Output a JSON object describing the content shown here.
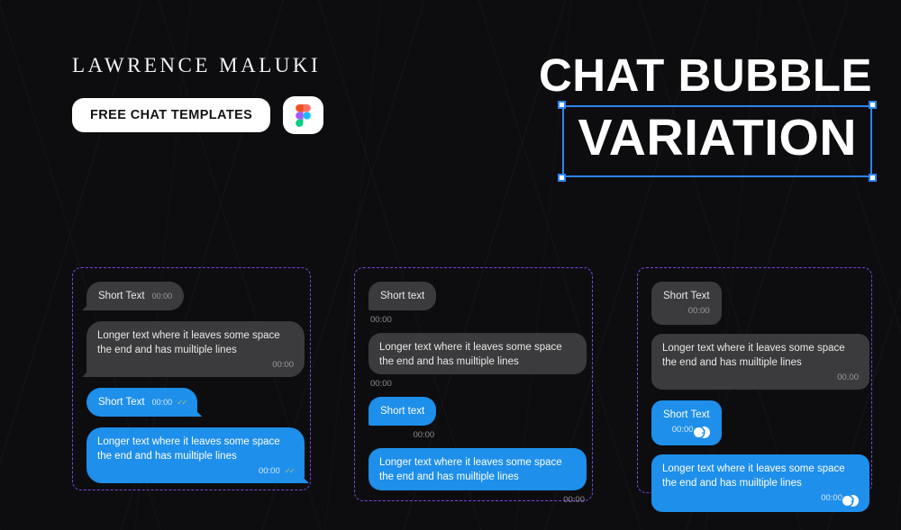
{
  "header": {
    "author": "LAWRENCE MALUKI",
    "badge": "FREE CHAT TEMPLATES",
    "figma_icon": "figma-logo"
  },
  "title": {
    "line1": "CHAT BUBBLE",
    "line2": "VARIATION"
  },
  "icons": {
    "double_check": "✓✓",
    "seen_check": "✓"
  },
  "colors": {
    "canvas_bg": "#0d0d10",
    "incoming_bubble": "#3b3b3d",
    "outgoing_bubble": "#1e8fea",
    "selection_blue": "#2e83f2",
    "group_outline_purple": "#7a48dd",
    "check_green": "#a5c37c"
  },
  "groups": [
    {
      "name": "tailed-bubbles-inline-time",
      "bubbles": [
        {
          "type": "incoming",
          "text": "Short Text",
          "time": "00:00"
        },
        {
          "type": "incoming",
          "text": "Longer text where it leaves some space the end and has muiltiple lines",
          "time": "00:00"
        },
        {
          "type": "outgoing",
          "text": "Short Text",
          "time": "00:00",
          "status": "double-check"
        },
        {
          "type": "outgoing",
          "text": "Longer text where it leaves some space the end and has muiltiple lines",
          "time": "00:00",
          "status": "double-check"
        }
      ]
    },
    {
      "name": "outside-time-bubbles",
      "bubbles": [
        {
          "type": "incoming",
          "text": "Short text",
          "time": "00:00"
        },
        {
          "type": "incoming",
          "text": "Longer text where it leaves some space the end and has muiltiple lines",
          "time": "00:00"
        },
        {
          "type": "outgoing",
          "text": "Short text",
          "time": "00:00"
        },
        {
          "type": "outgoing",
          "text": "Longer text where it leaves some space the end and has muiltiple lines",
          "time": "00:00"
        }
      ]
    },
    {
      "name": "inside-time-bubbles",
      "bubbles": [
        {
          "type": "incoming",
          "text": "Short Text",
          "time": "00:00"
        },
        {
          "type": "incoming",
          "text": "Longer text where it leaves some space the end and has muiltiple lines",
          "time": "00.00"
        },
        {
          "type": "outgoing",
          "text": "Short Text",
          "time": "00:00",
          "status": "seen-badge"
        },
        {
          "type": "outgoing",
          "text": "Longer text where it leaves some space the end and has muiltiple lines",
          "time": "00:00",
          "status": "seen-badge"
        }
      ]
    }
  ]
}
